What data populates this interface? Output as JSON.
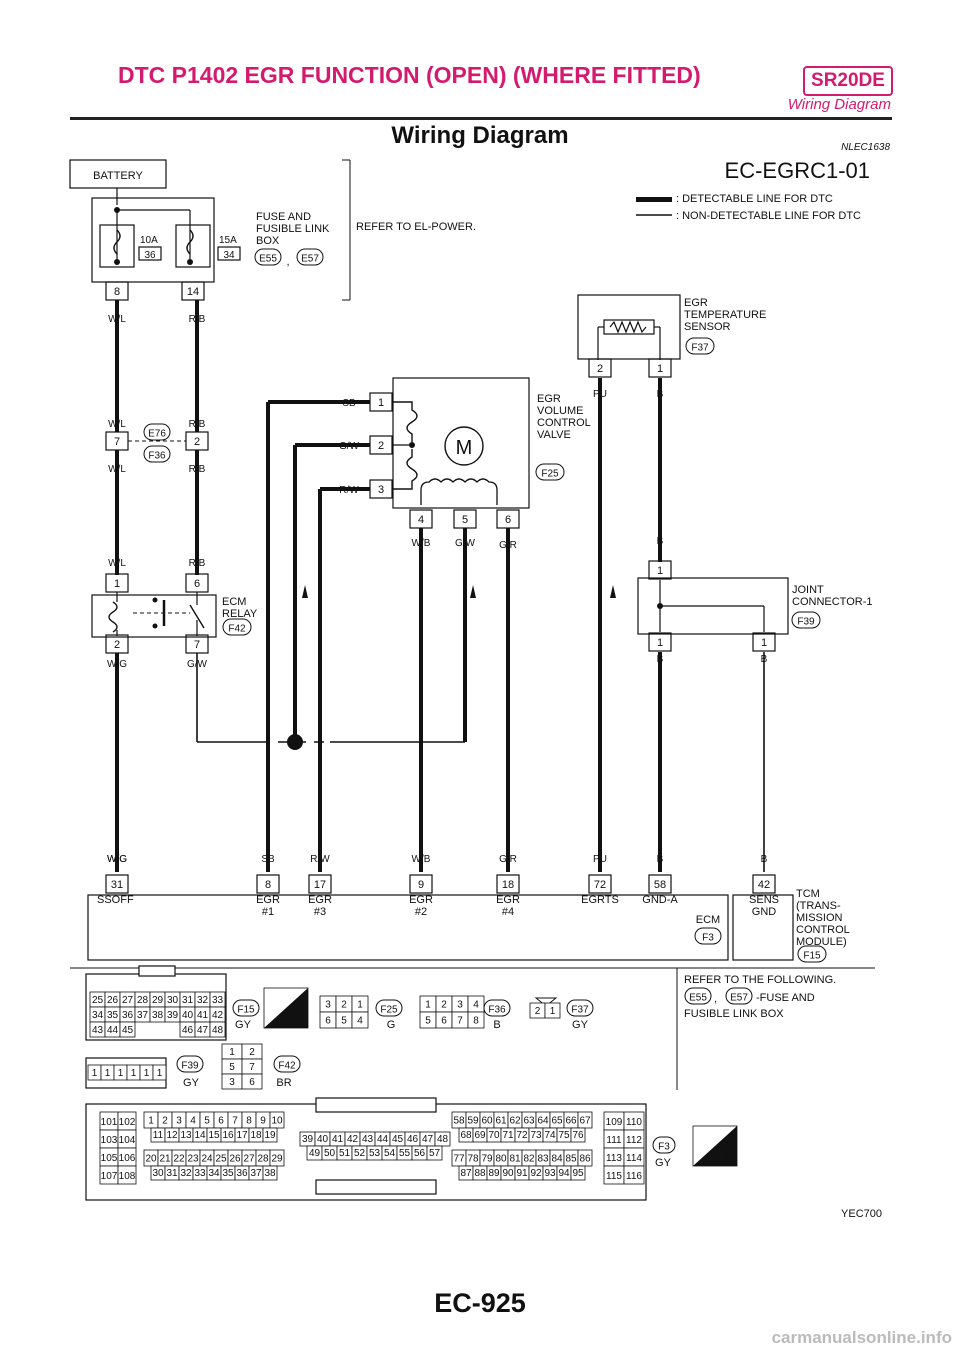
{
  "header": {
    "title": "DTC P1402 EGR FUNCTION (OPEN) (WHERE FITTED)",
    "engine_code": "SR20DE",
    "subtitle": "Wiring Diagram"
  },
  "section_title": "Wiring Diagram",
  "section_ref": "NLEC1638",
  "diagram_code": "EC-EGRC1-01",
  "legend": {
    "detectable": ": DETECTABLE LINE FOR DTC",
    "non_detectable": ": NON-DETECTABLE LINE FOR DTC"
  },
  "battery": "BATTERY",
  "fuse_box": {
    "label": "FUSE AND\nFUSIBLE LINK\nBOX",
    "refer": "REFER TO EL-POWER.",
    "fuse1_amp": "10A",
    "fuse1_no": "36",
    "fuse2_amp": "15A",
    "fuse2_no": "34",
    "pin1": "8",
    "pin2": "14",
    "conn1": "E55",
    "conn2": "E57",
    "comma": ","
  },
  "wires": {
    "wl": "W/L",
    "rb": "R/B",
    "wg": "W/G",
    "gw": "G/W",
    "sb": "SB",
    "rw": "R/W",
    "wb": "W/B",
    "gr": "G/R",
    "pu": "PU",
    "b": "B"
  },
  "joint_e76": {
    "pin7": "7",
    "pin2": "2",
    "conn1": "E76",
    "conn2": "F36"
  },
  "ecm_relay": {
    "label": "ECM\nRELAY",
    "conn": "F42",
    "pin1": "1",
    "pin6": "6",
    "pin2": "2",
    "pin7": "7"
  },
  "egr_valve": {
    "label": "EGR\nVOLUME\nCONTROL\nVALVE",
    "conn": "F25",
    "motor": "M",
    "pins": [
      "1",
      "2",
      "3",
      "4",
      "5",
      "6"
    ]
  },
  "egr_sensor": {
    "label": "EGR\nTEMPERATURE\nSENSOR",
    "conn": "F37",
    "pin2": "2",
    "pin1": "1"
  },
  "joint_connector": {
    "label": "JOINT\nCONNECTOR-1",
    "conn": "F39",
    "pin_top": "1",
    "pin_bl": "1",
    "pin_br": "1"
  },
  "ecm": {
    "label": "ECM",
    "conn": "F3",
    "terminals": [
      {
        "pin": "31",
        "name": "SSOFF",
        "wire": "W/G"
      },
      {
        "pin": "8",
        "name": "EGR\n#1",
        "wire": "SB"
      },
      {
        "pin": "17",
        "name": "EGR\n#3",
        "wire": "R/W"
      },
      {
        "pin": "9",
        "name": "EGR\n#2",
        "wire": "W/B"
      },
      {
        "pin": "18",
        "name": "EGR\n#4",
        "wire": "G/R"
      },
      {
        "pin": "72",
        "name": "EGRTS",
        "wire": "PU"
      },
      {
        "pin": "58",
        "name": "GND-A",
        "wire": "B"
      }
    ]
  },
  "tcm": {
    "pin": "42",
    "name": "SENS\nGND",
    "wire": "B",
    "label": "TCM\n(TRANS-\nMISSION\nCONTROL\nMODULE)",
    "conn": "F15"
  },
  "connectors": {
    "f15": {
      "id": "F15",
      "color": "GY",
      "rows": [
        [
          "25",
          "26",
          "27",
          "28",
          "29",
          "30",
          "31",
          "32",
          "33"
        ],
        [
          "34",
          "35",
          "36",
          "37",
          "38",
          "39",
          "40",
          "41",
          "42"
        ],
        [
          "43",
          "44",
          "45",
          "",
          "",
          "",
          "46",
          "47",
          "48"
        ]
      ],
      "hs": "H.S."
    },
    "f25": {
      "id": "F25",
      "color": "G",
      "rows": [
        [
          "3",
          "2",
          "1"
        ],
        [
          "6",
          "5",
          "4"
        ]
      ]
    },
    "f36": {
      "id": "F36",
      "color": "B",
      "rows": [
        [
          "1",
          "2",
          "3",
          "4"
        ],
        [
          "5",
          "6",
          "7",
          "8"
        ]
      ]
    },
    "f37": {
      "id": "F37",
      "color": "GY",
      "rows": [
        [
          "2",
          "1"
        ]
      ]
    },
    "f39": {
      "id": "F39",
      "color": "GY",
      "rows": [
        [
          "1",
          "1",
          "1",
          "1",
          "1",
          "1"
        ]
      ]
    },
    "f42": {
      "id": "F42",
      "color": "BR",
      "rows": [
        [
          "1",
          "2"
        ],
        [
          "5",
          "7"
        ],
        [
          "3",
          "6"
        ]
      ]
    },
    "f3": {
      "id": "F3",
      "color": "GY",
      "hs": "H.S.",
      "left": [
        [
          "101",
          "102"
        ],
        [
          "103",
          "104"
        ],
        [
          "105",
          "106"
        ],
        [
          "107",
          "108"
        ]
      ],
      "b1r1": [
        "1",
        "2",
        "3",
        "4",
        "5",
        "6",
        "7",
        "8",
        "9",
        "10"
      ],
      "b1r2": [
        "11",
        "12",
        "13",
        "14",
        "15",
        "16",
        "17",
        "18",
        "19"
      ],
      "b1r3": [
        "20",
        "21",
        "22",
        "23",
        "24",
        "25",
        "26",
        "27",
        "28",
        "29"
      ],
      "b1r4": [
        "30",
        "31",
        "32",
        "33",
        "34",
        "35",
        "36",
        "37",
        "38"
      ],
      "b2r1": [
        "39",
        "40",
        "41",
        "42",
        "43",
        "44",
        "45",
        "46",
        "47",
        "48"
      ],
      "b2r2": [
        "49",
        "50",
        "51",
        "52",
        "53",
        "54",
        "55",
        "56",
        "57"
      ],
      "b3r1": [
        "58",
        "59",
        "60",
        "61",
        "62",
        "63",
        "64",
        "65",
        "66",
        "67"
      ],
      "b3r2": [
        "68",
        "69",
        "70",
        "71",
        "72",
        "73",
        "74",
        "75",
        "76"
      ],
      "b3r3": [
        "77",
        "78",
        "79",
        "80",
        "81",
        "82",
        "83",
        "84",
        "85",
        "86"
      ],
      "b3r4": [
        "87",
        "88",
        "89",
        "90",
        "91",
        "92",
        "93",
        "94",
        "95"
      ],
      "right": [
        [
          "109",
          "110"
        ],
        [
          "111",
          "112"
        ],
        [
          "113",
          "114"
        ],
        [
          "115",
          "116"
        ]
      ]
    }
  },
  "refer_following": "REFER TO THE FOLLOWING.",
  "refer_fuse": {
    "c1": "E55",
    "c2": "E57",
    "text": "-FUSE AND",
    "text2": "FUSIBLE LINK BOX"
  },
  "figure_id": "YEC700",
  "page_number": "EC-925",
  "watermark": "carmanualsonline.info"
}
